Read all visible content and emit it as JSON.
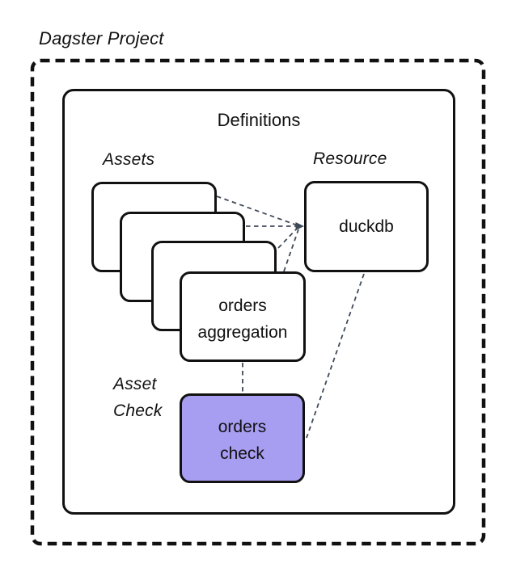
{
  "diagram": {
    "title": "Dagster Project",
    "definitions_label": "Definitions",
    "assets": {
      "label": "Assets",
      "stack_count": 4,
      "front_card_lines": [
        "orders",
        "aggregation"
      ]
    },
    "resource": {
      "label": "Resource",
      "card_label": "duckdb"
    },
    "asset_check": {
      "label_lines": [
        "Asset",
        "Check"
      ],
      "card_lines": [
        "orders",
        "check"
      ]
    },
    "colors": {
      "border": "#111111",
      "connector": "#3f4a59",
      "asset_check_fill": "#a79df1",
      "background": "#ffffff"
    }
  }
}
